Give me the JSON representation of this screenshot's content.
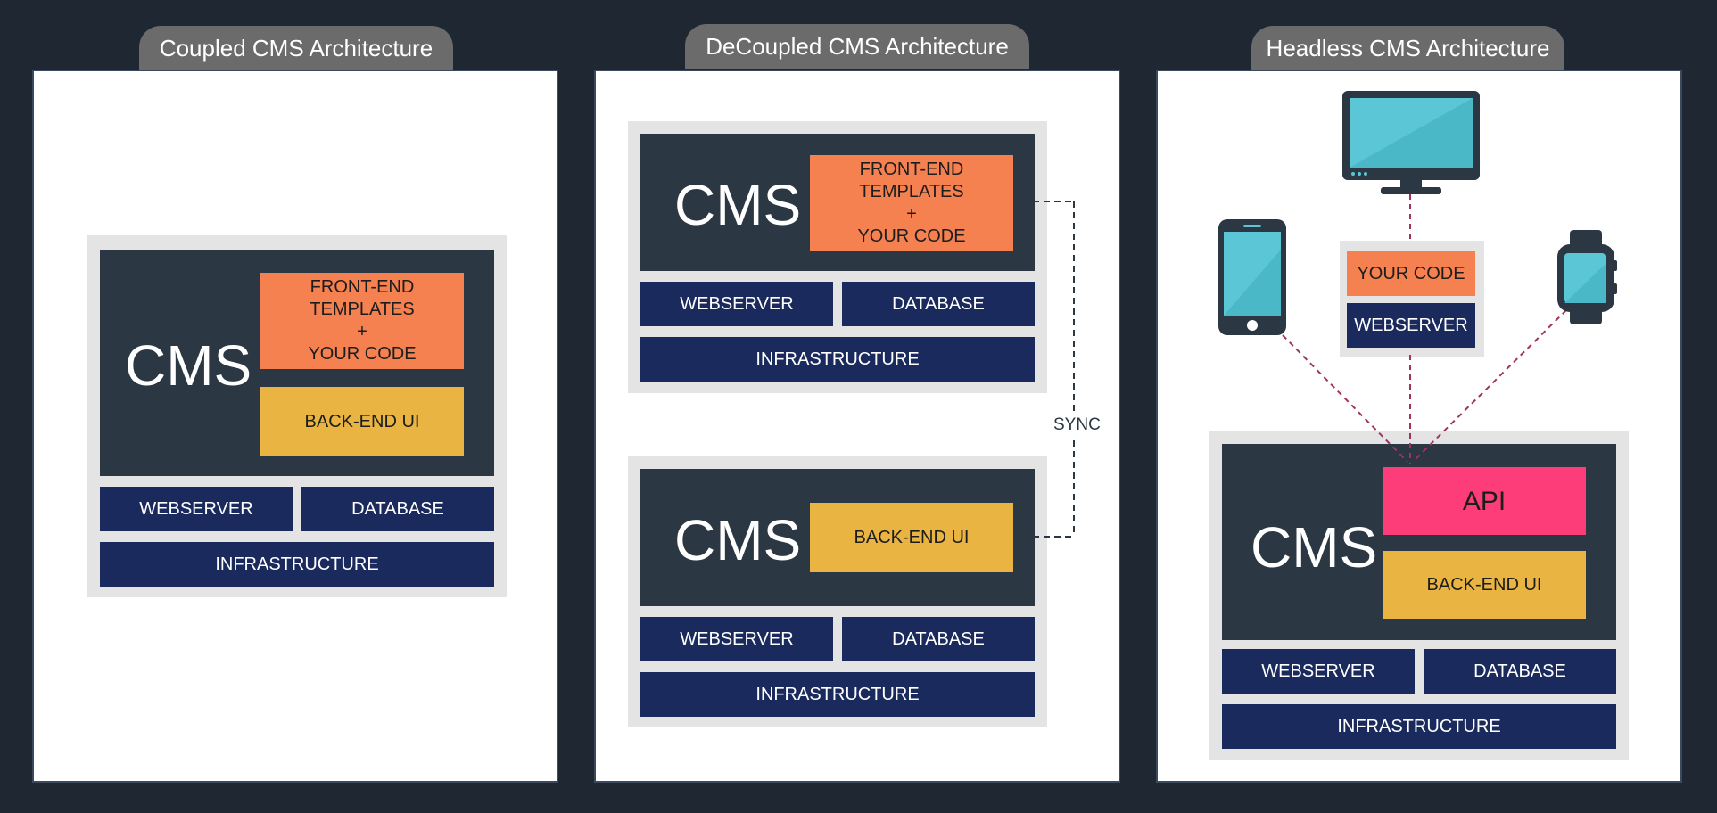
{
  "coupled": {
    "title": "Coupled CMS Architecture",
    "cms": "CMS",
    "frontend": "FRONT-END TEMPLATES\n+\nYOUR CODE",
    "backend": "BACK-END UI",
    "webserver": "WEBSERVER",
    "database": "DATABASE",
    "infrastructure": "INFRASTRUCTURE"
  },
  "decoupled": {
    "title": "DeCoupled CMS Architecture",
    "top": {
      "cms": "CMS",
      "frontend": "FRONT-END TEMPLATES\n+\nYOUR CODE",
      "webserver": "WEBSERVER",
      "database": "DATABASE",
      "infrastructure": "INFRASTRUCTURE"
    },
    "bottom": {
      "cms": "CMS",
      "backend": "BACK-END UI",
      "webserver": "WEBSERVER",
      "database": "DATABASE",
      "infrastructure": "INFRASTRUCTURE"
    },
    "sync": "SYNC"
  },
  "headless": {
    "title": "Headless CMS Architecture",
    "your_code": "YOUR CODE",
    "client_webserver": "WEBSERVER",
    "cms": "CMS",
    "api": "API",
    "backend": "BACK-END UI",
    "webserver": "WEBSERVER",
    "database": "DATABASE",
    "infrastructure": "INFRASTRUCTURE",
    "devices": [
      "monitor-icon",
      "smartphone-icon",
      "smartwatch-icon"
    ]
  },
  "colors": {
    "background": "#1f2832",
    "cms_box": "#2b3743",
    "orange": "#f58050",
    "yellow": "#e9b442",
    "navy": "#1a2a5d",
    "pink": "#fc3d79",
    "connector": "#a0335f",
    "device_screen": "#5ac6d6"
  }
}
